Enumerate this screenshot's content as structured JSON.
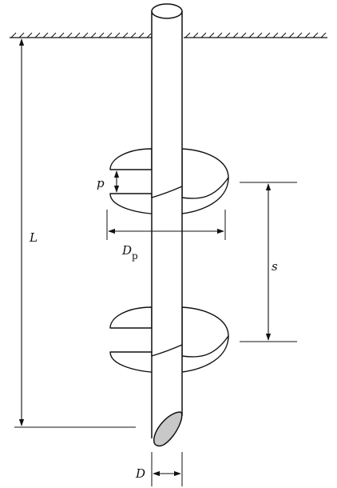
{
  "labels": {
    "pitch": "p",
    "embedment_length": "L",
    "plate_diameter": "D",
    "plate_diameter_sub": "p",
    "plate_spacing": "s",
    "shaft_diameter": "D"
  },
  "colors": {
    "line": "#111111",
    "fill": "#ffffff",
    "pile_tip": "#c8c8c8"
  }
}
